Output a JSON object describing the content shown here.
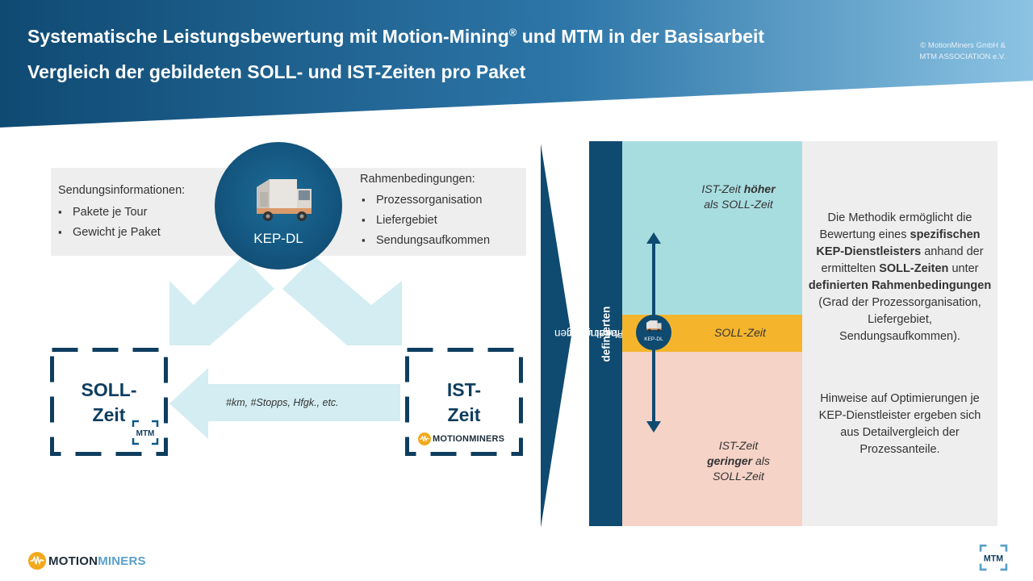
{
  "header": {
    "title_line1": "Systematische Leistungsbewertung mit Motion-Mining",
    "title_line1_sup": "®",
    "title_line1_end": " und MTM in der Basisarbeit",
    "title_line2": "Vergleich der gebildeten SOLL- und IST-Zeiten pro Paket",
    "copyright_line1": "© MotionMiners GmbH &",
    "copyright_line2": "MTM ASSOCIATION e.V."
  },
  "left_diagram": {
    "shipment_info": {
      "title": "Sendungsinformationen:",
      "items": [
        "Pakete je Tour",
        "Gewicht je Paket"
      ]
    },
    "conditions": {
      "title": "Rahmenbedingungen:",
      "items": [
        "Prozessorganisation",
        "Liefergebiet",
        "Sendungsaufkommen"
      ]
    },
    "center_label": "KEP-DL",
    "soll_box": {
      "line1": "SOLL-",
      "line2": "Zeit",
      "logo": "MTM"
    },
    "ist_box": {
      "line1": "IST-",
      "line2": "Zeit",
      "logo": "MOTIONMINERS"
    },
    "arrow_text": "#km, #Stopps, Hfgk., etc."
  },
  "right_panel": {
    "vertical_label_pre": "Zeit/Paket unter ",
    "vertical_label_bold": "definierten",
    "vertical_label_post": " Rahmenbedingungen",
    "zone_top": {
      "pre": "IST-Zeit ",
      "bold": "höher",
      "post": "als SOLL-Zeit"
    },
    "zone_mid": "SOLL-Zeit",
    "zone_bottom": {
      "pre": "IST-Zeit",
      "bold": "geringer",
      "post1": " als",
      "post2": "SOLL-Zeit"
    },
    "marker_label": "KEP-DL",
    "description1": {
      "t1": "Die Methodik ermöglicht die Bewertung eines ",
      "b1": "spezifischen KEP-Dienstleisters",
      "t2": " anhand der ermittelten ",
      "b2": "SOLL-Zeiten",
      "t3": " unter ",
      "b3": "definierten Rahmenbedingungen",
      "t4": " (Grad der Prozessorganisation, Liefergebiet, Sendungsaufkommen)."
    },
    "description2": "Hinweise auf Optimierungen je KEP-Dienstleister ergeben sich aus Detailvergleich der Prozessanteile."
  },
  "footer": {
    "motionminers_motion": "MOTION",
    "motionminers_miners": "MINERS",
    "mtm_logo": "MTM"
  },
  "colors": {
    "navy": "#0f4a70",
    "light_cyan": "#a8dde0",
    "arrow_cyan": "#d3edf2",
    "amber": "#f4b52d",
    "salmon": "#f6d3c7",
    "grey_bg": "#eeeeee",
    "logo_orange": "#f3a81c",
    "logo_blue": "#5aa0c9"
  }
}
